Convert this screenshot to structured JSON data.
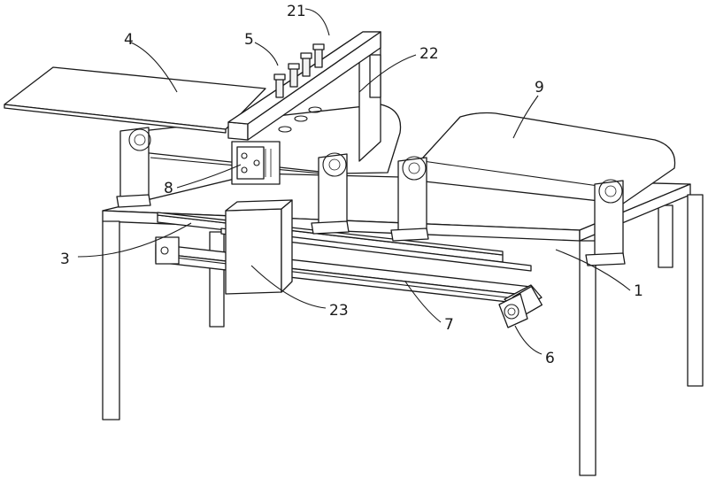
{
  "labels": {
    "l1": "1",
    "l3": "3",
    "l4": "4",
    "l5": "5",
    "l6": "6",
    "l7": "7",
    "l8": "8",
    "l9": "9",
    "l21": "21",
    "l22": "22",
    "l23": "23"
  }
}
